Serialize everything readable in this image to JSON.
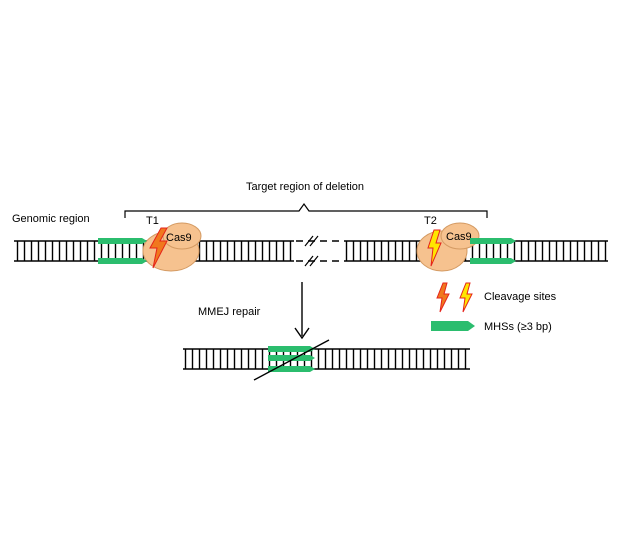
{
  "labels": {
    "target_region": "Target region  of deletion",
    "genomic_region": "Genomic  region",
    "t1": "T1",
    "t2": "T2",
    "cas9_left": "Cas9",
    "cas9_right": "Cas9",
    "mmej_repair": "MMEJ repair",
    "legend_cleavage": "Cleavage sites",
    "legend_mhs": "MHSs  (≥3 bp)"
  },
  "colors": {
    "dna": "#000000",
    "mhs_green": "#2bbd6e",
    "cas9_fill": "#f6c28f",
    "lightning_orange": "#f0781e",
    "lightning_yellow": "#ffe600",
    "lightning_red": "#e5231b"
  },
  "icons": [
    "lightning-bolt-icon",
    "arrow-down-icon",
    "mhs-arrow-icon"
  ]
}
